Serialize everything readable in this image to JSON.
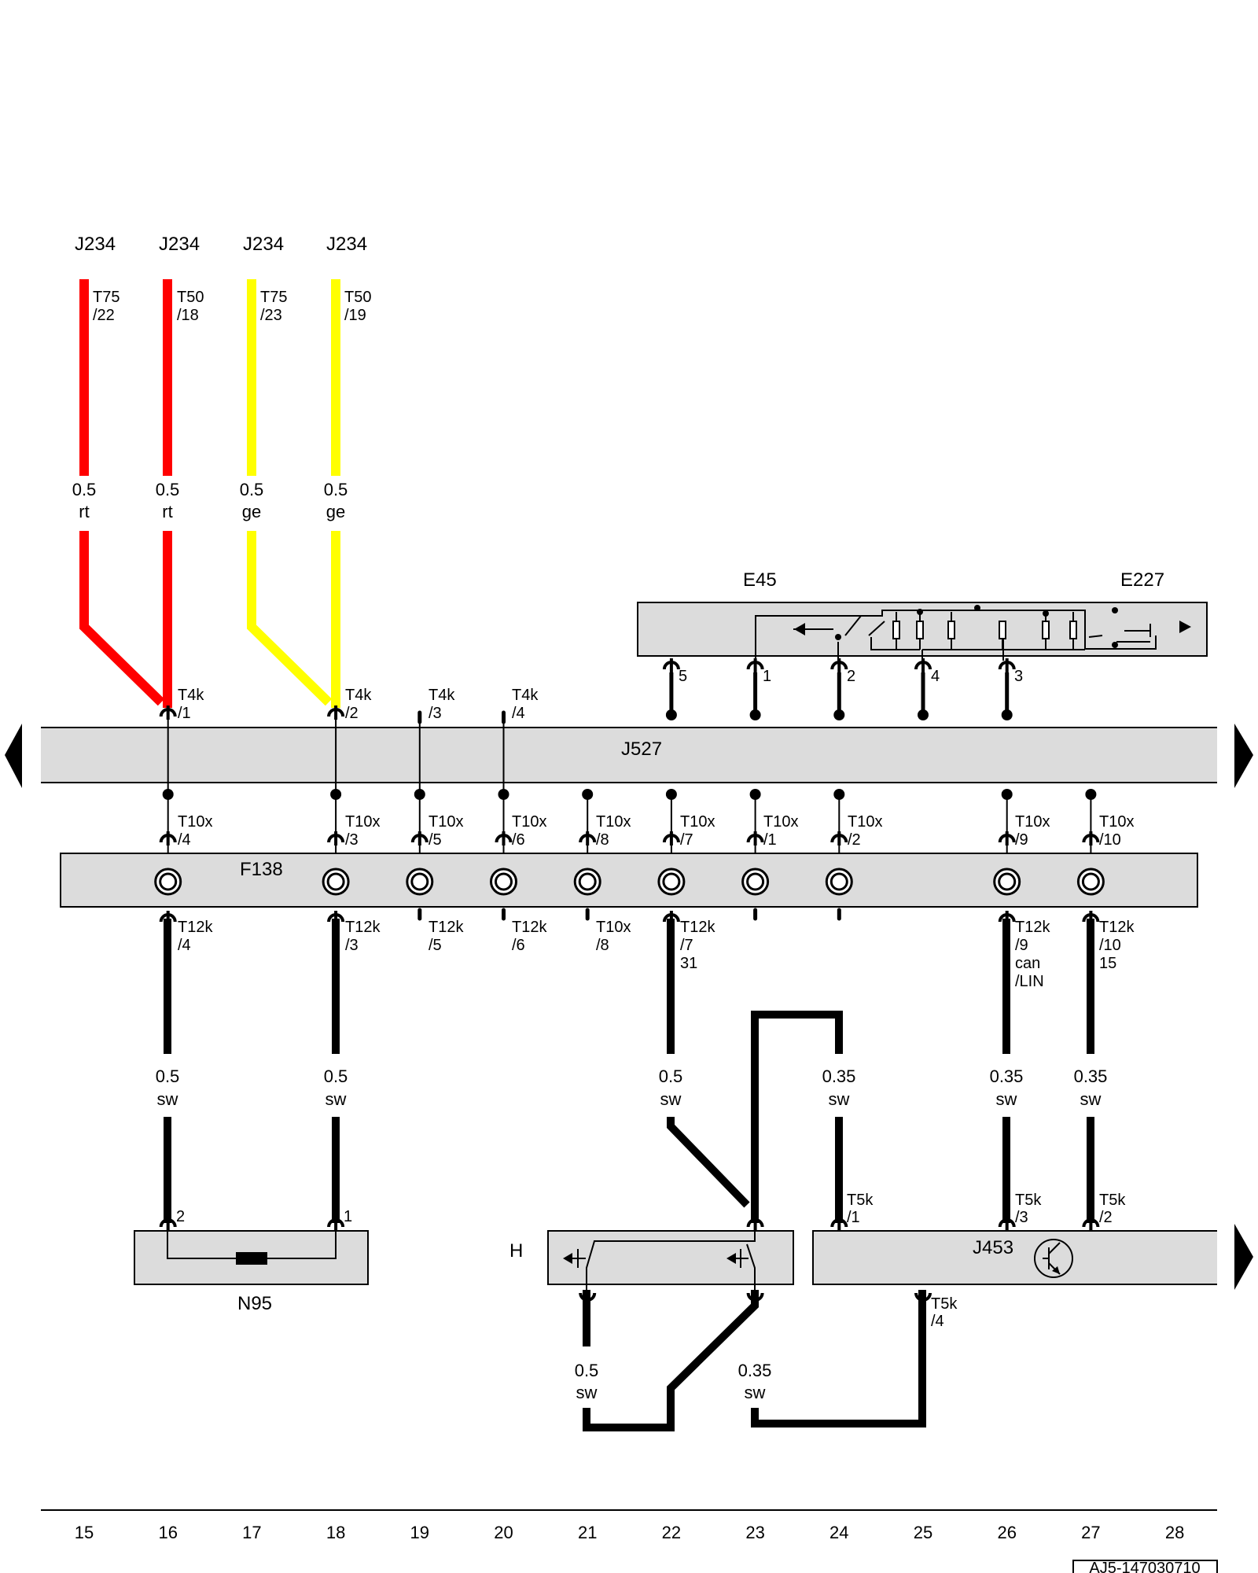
{
  "labels": {
    "j234": "J234",
    "e45": "E45",
    "e227": "E227",
    "j527": "J527",
    "f138": "F138",
    "n95": "N95",
    "h": "H",
    "j453": "J453",
    "doc_code": "AJ5-147030710"
  },
  "top_wires": [
    {
      "pin": [
        "T75",
        "/22"
      ],
      "size": "0.5",
      "color_code": "rt",
      "color": "#ff0000"
    },
    {
      "pin": [
        "T50",
        "/18"
      ],
      "size": "0.5",
      "color_code": "rt",
      "color": "#ff0000"
    },
    {
      "pin": [
        "T75",
        "/23"
      ],
      "size": "0.5",
      "color_code": "ge",
      "color": "#ffff00"
    },
    {
      "pin": [
        "T50",
        "/19"
      ],
      "size": "0.5",
      "color_code": "ge",
      "color": "#ffff00"
    }
  ],
  "t4k": [
    [
      "T4k",
      "/1"
    ],
    [
      "T4k",
      "/2"
    ],
    [
      "T4k",
      "/3"
    ],
    [
      "T4k",
      "/4"
    ]
  ],
  "e45_pins": [
    "5",
    "1",
    "2",
    "4",
    "3"
  ],
  "t10x": [
    [
      "T10x",
      "/4"
    ],
    [
      "T10x",
      "/3"
    ],
    [
      "T10x",
      "/5"
    ],
    [
      "T10x",
      "/6"
    ],
    [
      "T10x",
      "/8"
    ],
    [
      "T10x",
      "/7"
    ],
    [
      "T10x",
      "/1"
    ],
    [
      "T10x",
      "/2"
    ],
    [
      "T10x",
      "/9"
    ],
    [
      "T10x",
      "/10"
    ]
  ],
  "lower_pins": [
    [
      "T12k",
      "/4"
    ],
    [
      "T12k",
      "/3"
    ],
    [
      "T12k",
      "/5"
    ],
    [
      "T12k",
      "/6"
    ],
    [
      "T10x",
      "/8"
    ],
    [
      "T12k",
      "/7",
      "31"
    ],
    [
      "T12k",
      "/9",
      "can",
      "/LIN"
    ],
    [
      "T12k",
      "/10",
      "15"
    ]
  ],
  "lower_wires": [
    {
      "size": "0.5",
      "color_code": "sw"
    },
    {
      "size": "0.5",
      "color_code": "sw"
    },
    {
      "size": "0.5",
      "color_code": "sw"
    },
    {
      "size": "0.35",
      "color_code": "sw"
    },
    {
      "size": "0.35",
      "color_code": "sw"
    },
    {
      "size": "0.35",
      "color_code": "sw"
    }
  ],
  "n95_pins": [
    "2",
    "1"
  ],
  "t5k": [
    [
      "T5k",
      "/1"
    ],
    [
      "T5k",
      "/3"
    ],
    [
      "T5k",
      "/2"
    ],
    [
      "T5k",
      "/4"
    ]
  ],
  "bottom_wires": [
    {
      "size": "0.5",
      "color_code": "sw"
    },
    {
      "size": "0.35",
      "color_code": "sw"
    }
  ],
  "wire_black": "#000000",
  "columns": [
    "15",
    "16",
    "17",
    "18",
    "19",
    "20",
    "21",
    "22",
    "23",
    "24",
    "25",
    "26",
    "27",
    "28"
  ]
}
